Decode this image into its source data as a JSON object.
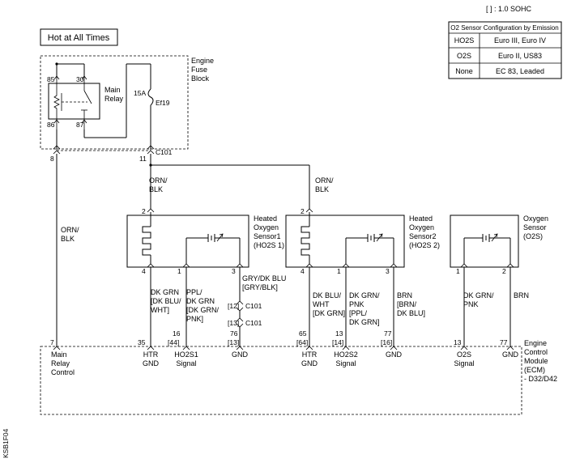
{
  "legend_note": "[ ] : 1.0 SOHC",
  "hot_label": "Hot at All Times",
  "config_table": {
    "title": "O2 Sensor Configuration by Emission",
    "rows": [
      {
        "sensor": "HO2S",
        "emission": "Euro III, Euro IV"
      },
      {
        "sensor": "O2S",
        "emission": "Euro II, US83"
      },
      {
        "sensor": "None",
        "emission": "EC 83, Leaded"
      }
    ]
  },
  "fuse_block": {
    "title_lines": [
      "Engine",
      "Fuse",
      "Block"
    ],
    "relay_lines": [
      "Main",
      "Relay"
    ],
    "pins": {
      "p85": "85",
      "p30": "30",
      "p86": "86",
      "p87": "87"
    },
    "fuse_rating": "15A",
    "fuse_id": "Ef19",
    "connector": "C101",
    "out_pins": {
      "p8": "8",
      "p11": "11"
    }
  },
  "wires": {
    "orn_blk_lines": [
      "ORN/",
      "BLK"
    ],
    "htr1_lines": [
      "DK GRN",
      "[DK BLU/",
      "WHT]"
    ],
    "sig1_lines": [
      "PPL/",
      "DK GRN",
      "[DK GRN/",
      "PNK]"
    ],
    "gnd1_lines": [
      "GRY/DK BLU",
      "[GRY/BLK]"
    ],
    "htr2_lines": [
      "DK BLU/",
      "WHT",
      "[DK GRN]"
    ],
    "sig2_lines": [
      "DK GRN/",
      "PNK",
      "[PPL/",
      "DK GRN]"
    ],
    "gnd2_lines": [
      "BRN",
      "[BRN/",
      "DK BLU]"
    ],
    "sig3_lines": [
      "DK GRN/",
      "PNK"
    ],
    "gnd3": "BRN"
  },
  "sensors": {
    "s1_lines": [
      "Heated",
      "Oxygen",
      "Sensor1",
      "(HO2S 1)"
    ],
    "s2_lines": [
      "Heated",
      "Oxygen",
      "Sensor2",
      "(HO2S 2)"
    ],
    "s3_lines": [
      "Oxygen",
      "Sensor",
      "(O2S)"
    ],
    "pin_2": "2",
    "pin_4": "4",
    "pin_1": "1",
    "pin_3": "3"
  },
  "c101_inline": {
    "a": "[12]",
    "b": "[13]",
    "name": "C101"
  },
  "ecm": {
    "title_lines": [
      "Engine",
      "Control",
      "Module",
      "(ECM)",
      "- D32/D42"
    ],
    "pins": {
      "main_relay": "7",
      "htr1": "35",
      "sig1": "16",
      "sig1_alt": "[44]",
      "gnd1": "76",
      "gnd1_alt": "[13]",
      "htr2": "65",
      "htr2_alt": "[64]",
      "sig2": "13",
      "sig2_alt": "[14]",
      "gnd2": "77",
      "gnd2_alt": "[16]",
      "sig3": "13",
      "gnd3": "77"
    },
    "labels": {
      "main_relay_lines": [
        "Main",
        "Relay",
        "Control"
      ],
      "htr": [
        "HTR",
        "GND"
      ],
      "ho2s1": [
        "HO2S1",
        "Signal"
      ],
      "ho2s2": [
        "HO2S2",
        "Signal"
      ],
      "o2s": [
        "O2S",
        "Signal"
      ],
      "gnd": "GND"
    }
  },
  "figure_code": "KSB1F04"
}
